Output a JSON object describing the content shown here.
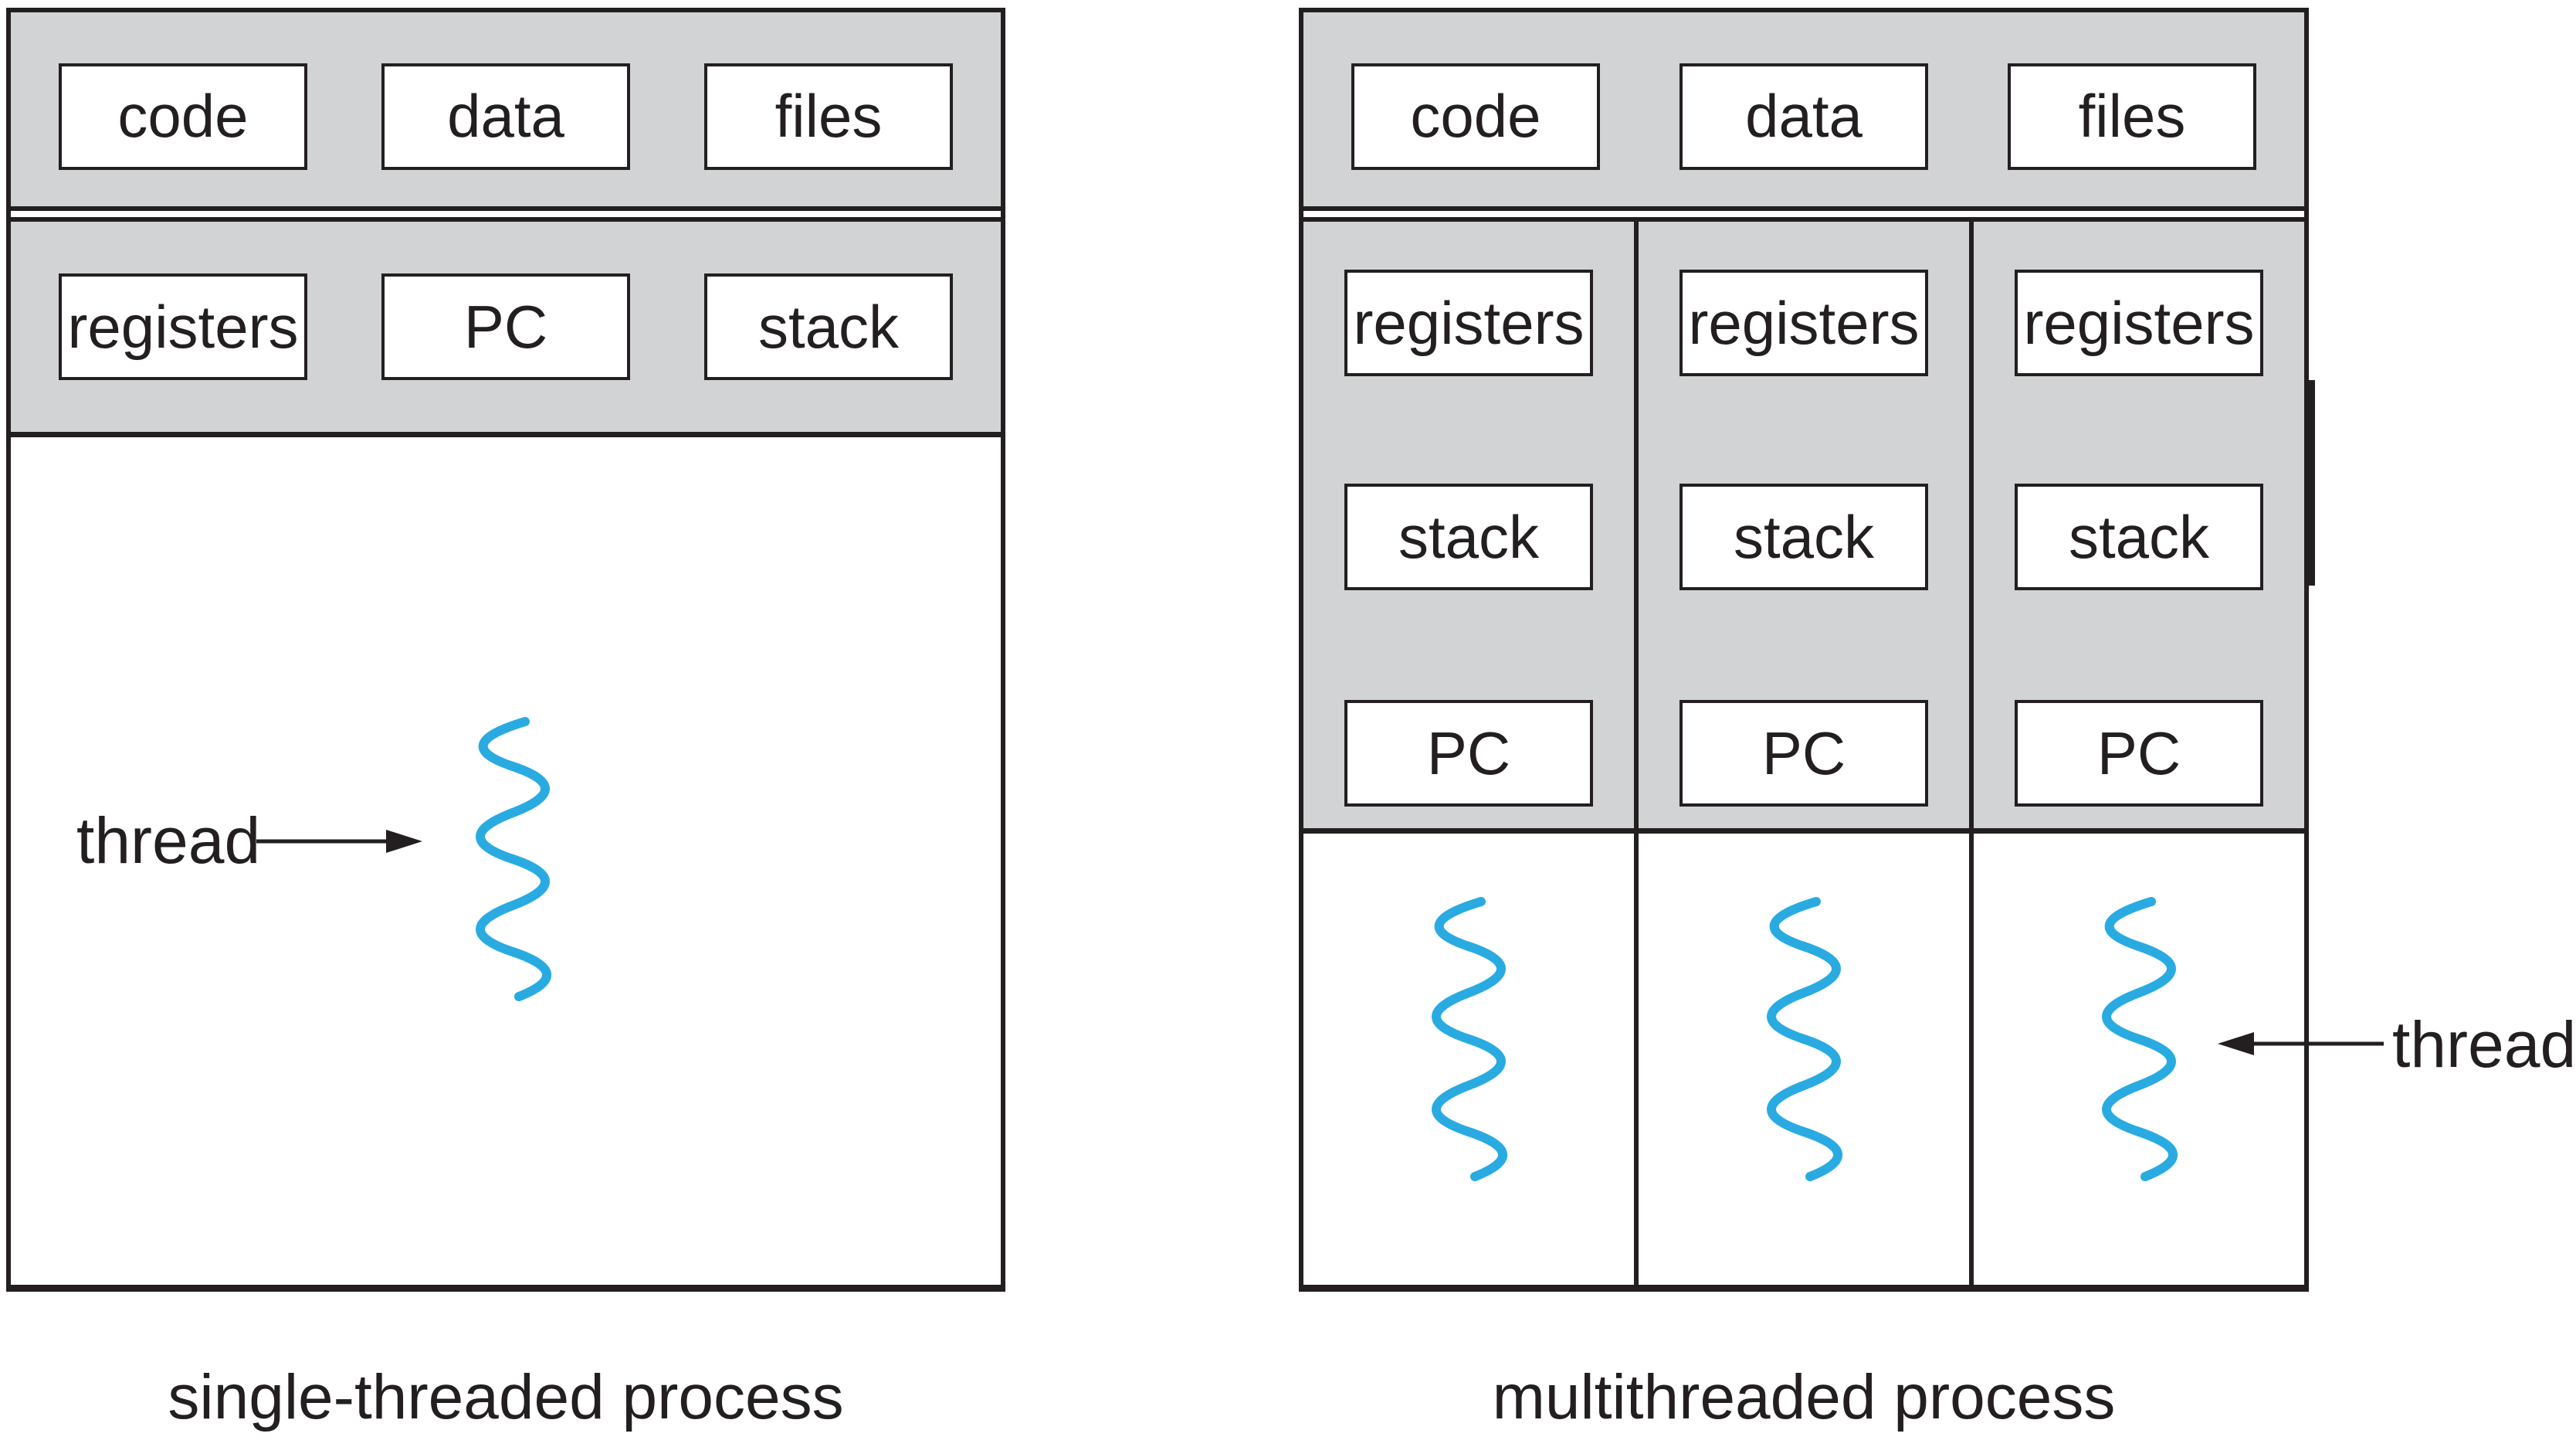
{
  "colors": {
    "panel_gray": "#d1d3d4",
    "line_black": "#231f20",
    "thread_blue": "#29abe2",
    "background": "#ffffff"
  },
  "single_threaded": {
    "caption": "single-threaded process",
    "resource_boxes": [
      "code",
      "data",
      "files"
    ],
    "state_boxes": [
      "registers",
      "PC",
      "stack"
    ],
    "thread_label": "thread"
  },
  "multithreaded": {
    "caption": "multithreaded process",
    "resource_boxes": [
      "code",
      "data",
      "files"
    ],
    "thread_columns": [
      {
        "boxes": [
          "registers",
          "stack",
          "PC"
        ]
      },
      {
        "boxes": [
          "registers",
          "stack",
          "PC"
        ]
      },
      {
        "boxes": [
          "registers",
          "stack",
          "PC"
        ]
      }
    ],
    "thread_label": "thread"
  }
}
